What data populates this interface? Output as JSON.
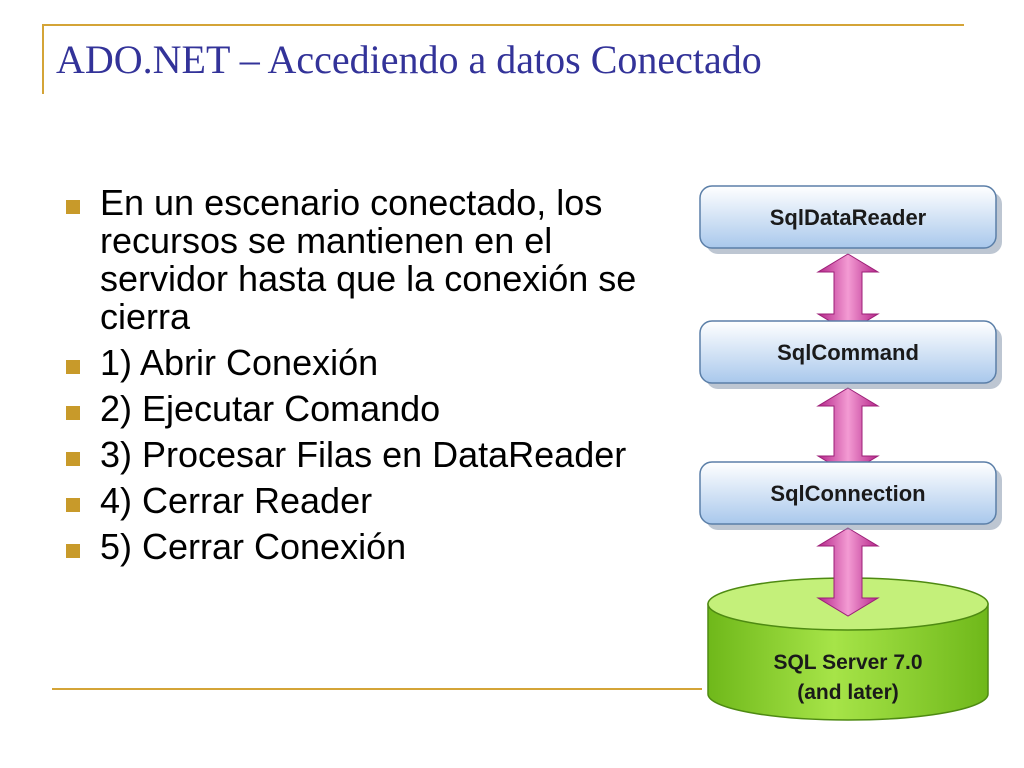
{
  "title": "ADO.NET – Accediendo a datos Conectado",
  "bullets": [
    "En un escenario conectado, los recursos se mantienen en el servidor hasta que la conexión se cierra",
    "1) Abrir Conexión",
    "2) Ejecutar Comando",
    "3) Procesar Filas en DataReader",
    "4) Cerrar Reader",
    "5) Cerrar Conexión"
  ],
  "diagram": {
    "boxes": [
      "SqlDataReader",
      "SqlCommand",
      "SqlConnection"
    ],
    "database": {
      "line1": "SQL Server 7.0",
      "line2": "(and later)"
    }
  },
  "colors": {
    "title": "#333399",
    "rule": "#d4a437",
    "bullet": "#c89a2a",
    "box_fill_top": "#ffffff",
    "box_fill_bottom": "#a9c8ec",
    "box_stroke": "#5b7fa8",
    "arrow": "#d94fa6",
    "db_fill": "#88d22a",
    "db_top": "#c4f07a"
  }
}
